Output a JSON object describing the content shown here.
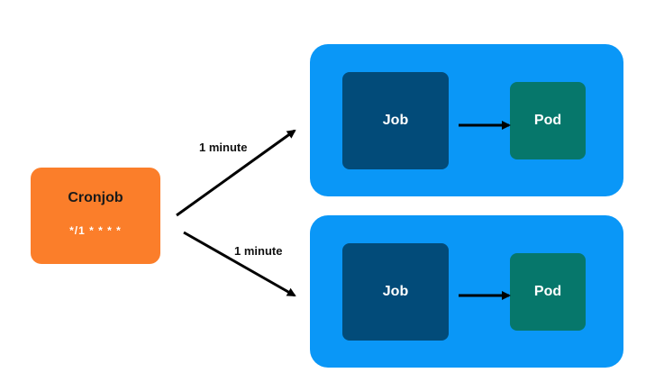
{
  "cronjob": {
    "title": "Cronjob",
    "schedule": "*/1 * * * *"
  },
  "branches": [
    {
      "edge_label": "1 minute",
      "job_label": "Job",
      "pod_label": "Pod"
    },
    {
      "edge_label": "1 minute",
      "job_label": "Job",
      "pod_label": "Pod"
    }
  ],
  "colors": {
    "cronjob_fill": "#fb7e2a",
    "group_fill": "#0a97f7",
    "job_fill": "#024b79",
    "pod_fill": "#06776b",
    "arrow": "#000000"
  }
}
